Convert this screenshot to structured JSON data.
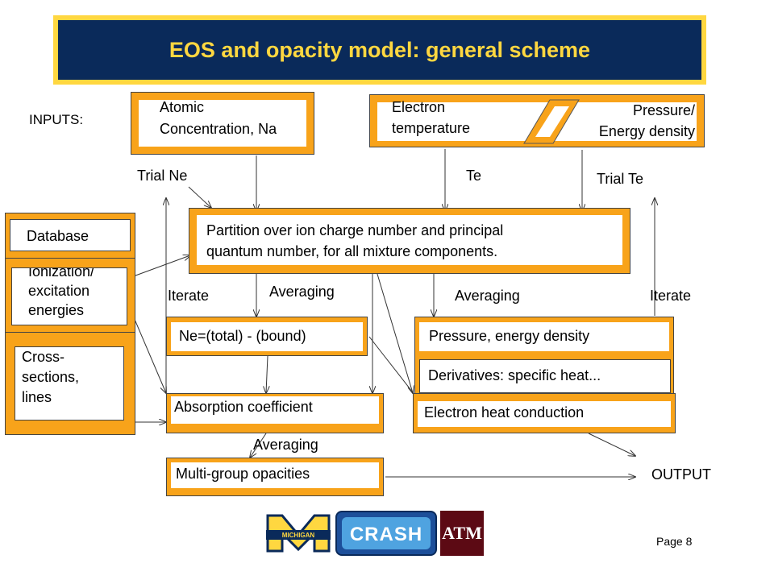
{
  "title": "EOS and opacity model: general scheme",
  "labels": {
    "inputs": "INPUTS:",
    "trial_ne": "Trial Ne",
    "te": "Te",
    "trial_te": "Trial Te",
    "iterate_left": "Iterate",
    "iterate_right": "Iterate",
    "averaging_1": "Averaging",
    "averaging_2": "Averaging",
    "averaging_3": "Averaging",
    "output": "OUTPUT"
  },
  "boxes": {
    "atomic": [
      "Atomic",
      "Concentration, Na"
    ],
    "electron_temp": [
      "Electron",
      "temperature"
    ],
    "pressure_input": [
      "Pressure/",
      "Energy density"
    ],
    "partition": [
      "Partition over ion charge number and principal",
      "quantum number, for all mixture components."
    ],
    "database": "Database",
    "ionization": [
      "Ionization/",
      "excitation",
      "energies"
    ],
    "cross_sections": [
      "Cross-",
      "sections,",
      "lines"
    ],
    "ne_bound": "Ne=(total) - (bound)",
    "pressure_energy": "Pressure, energy density",
    "derivatives": "Derivatives: specific heat...",
    "absorption": "Absorption coefficient",
    "electron_heat": "Electron heat conduction",
    "multigroup": "Multi-group opacities"
  },
  "logos": {
    "michigan": "MICHIGAN",
    "crash": "CRASH",
    "tamu": "ATM"
  },
  "page": "Page 8",
  "colors": {
    "navy": "#0a2a5a",
    "gold": "#ffd740",
    "orange": "#f8a31a",
    "maroon": "#5c0a14"
  }
}
